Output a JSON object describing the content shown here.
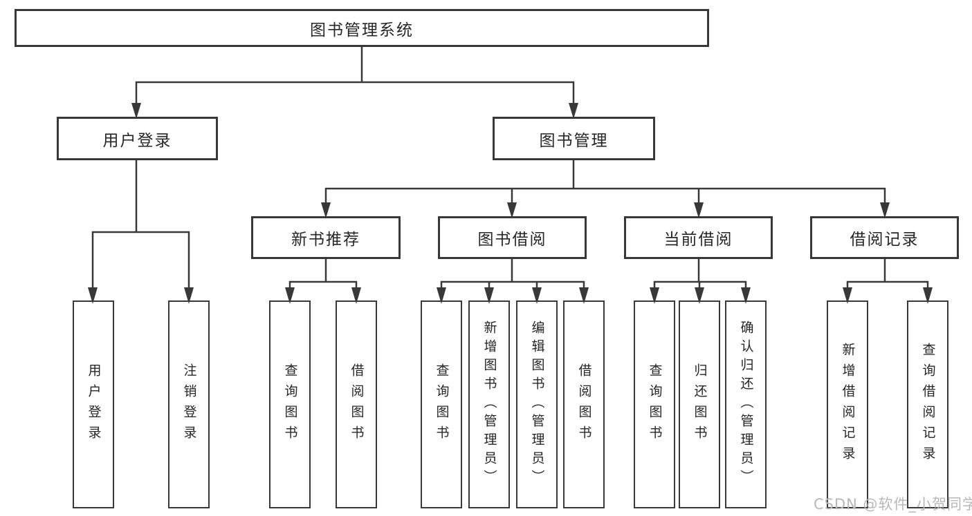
{
  "nodes": {
    "root": "图书管理系统",
    "branches": [
      {
        "label": "用户登录",
        "children": [
          "用户登录",
          "注销登录"
        ]
      },
      {
        "label": "图书管理",
        "sections": [
          {
            "label": "新书推荐",
            "children": [
              "查询图书",
              "借阅图书"
            ]
          },
          {
            "label": "图书借阅",
            "children": [
              "查询图书",
              "新增图书（管理员）",
              "编辑图书（管理员）",
              "借阅图书"
            ]
          },
          {
            "label": "当前借阅",
            "children": [
              "查询图书",
              "归还图书",
              "确认归还（管理员）"
            ]
          },
          {
            "label": "借阅记录",
            "children": [
              "新增借阅记录",
              "查询借阅记录"
            ]
          }
        ]
      }
    ]
  },
  "watermark": "CSDN @软件_小贺同学",
  "colors": {
    "line": "#383838",
    "text": "#262626",
    "watermark": "#b8b8b8",
    "background": "#ffffff"
  }
}
